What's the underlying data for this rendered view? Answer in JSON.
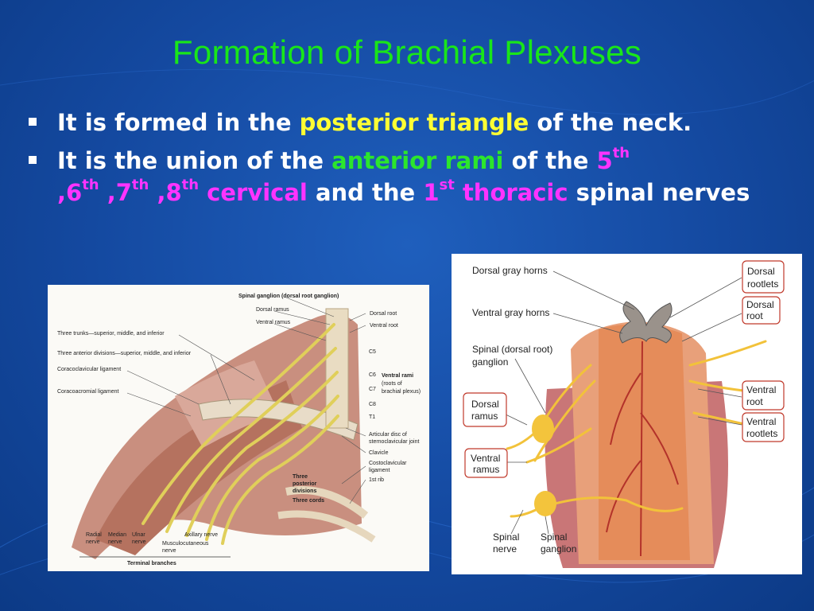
{
  "title": "Formation of Brachial Plexuses",
  "bullet1": {
    "t1": "It is formed in the ",
    "t2": "posterior triangle",
    "t3": " of the neck."
  },
  "bullet2": {
    "t1": "It is the union of the ",
    "t2": "anterior rami",
    "t3": " of the ",
    "n5": "5",
    "sup5": "th",
    "n6": ",6",
    "sup6": "th",
    "n7": " ,7",
    "sup7": "th",
    "n8": " ,8",
    "sup8": "th",
    "cervical": " cervical",
    "t4": " and the ",
    "n1": "1",
    "sup1": "st",
    "thoracic": " thoracic",
    "t5": " spinal nerves"
  },
  "figure1": {
    "labels": {
      "spinal_ganglion": "Spinal ganglion (dorsal root ganglion)",
      "dorsal_ramus": "Dorsal ramus",
      "ventral_ramus": "Ventral ramus",
      "dorsal_root": "Dorsal root",
      "ventral_root": "Ventral root",
      "three_trunks": "Three trunks—superior, middle, and inferior",
      "three_anterior": "Three anterior divisions—superior, middle, and inferior",
      "coracoclavicular": "Coracoclavicular ligament",
      "coracoacromial": "Coracoacromial ligament",
      "c5": "C5",
      "c6": "C6",
      "c7": "C7",
      "c8": "C8",
      "t1": "T1",
      "ventral_rami": "Ventral rami",
      "roots_of": "(roots of",
      "brachial_plexus": "brachial plexus)",
      "articular_disc": "Articular disc of",
      "sternoclavicular": "sternoclavicular joint",
      "clavicle": "Clavicle",
      "costoclavicular": "Costoclavicular",
      "ligament": "ligament",
      "first_rib": "1st rib",
      "three": "Three",
      "posterior": "posterior",
      "divisions": "divisions",
      "three_cords": "Three cords",
      "radial": "Radial",
      "median": "Median",
      "ulnar": "Ulnar",
      "nerve": "nerve",
      "axillary_nerve": "Axillary nerve",
      "musculocutaneous": "Musculocutaneous",
      "terminal_branches": "Terminal branches"
    }
  },
  "figure2": {
    "labels": {
      "dorsal_gray_horns": "Dorsal gray horns",
      "ventral_gray_horns": "Ventral gray horns",
      "spinal_dorsal_root": "Spinal (dorsal root)",
      "ganglion": "ganglion",
      "dorsal": "Dorsal",
      "ramus": "ramus",
      "ventral": "Ventral",
      "rootlets": "rootlets",
      "root": "root",
      "spinal": "Spinal",
      "nerve": "nerve",
      "spinal_ganglion_line1": "Spinal",
      "spinal_ganglion_line2": "ganglion"
    }
  },
  "colors": {
    "title": "#19e619",
    "yellow_highlight": "#ffff33",
    "green_highlight": "#2ce62c",
    "pink_highlight": "#ff33ff",
    "background": "#1449a0"
  }
}
